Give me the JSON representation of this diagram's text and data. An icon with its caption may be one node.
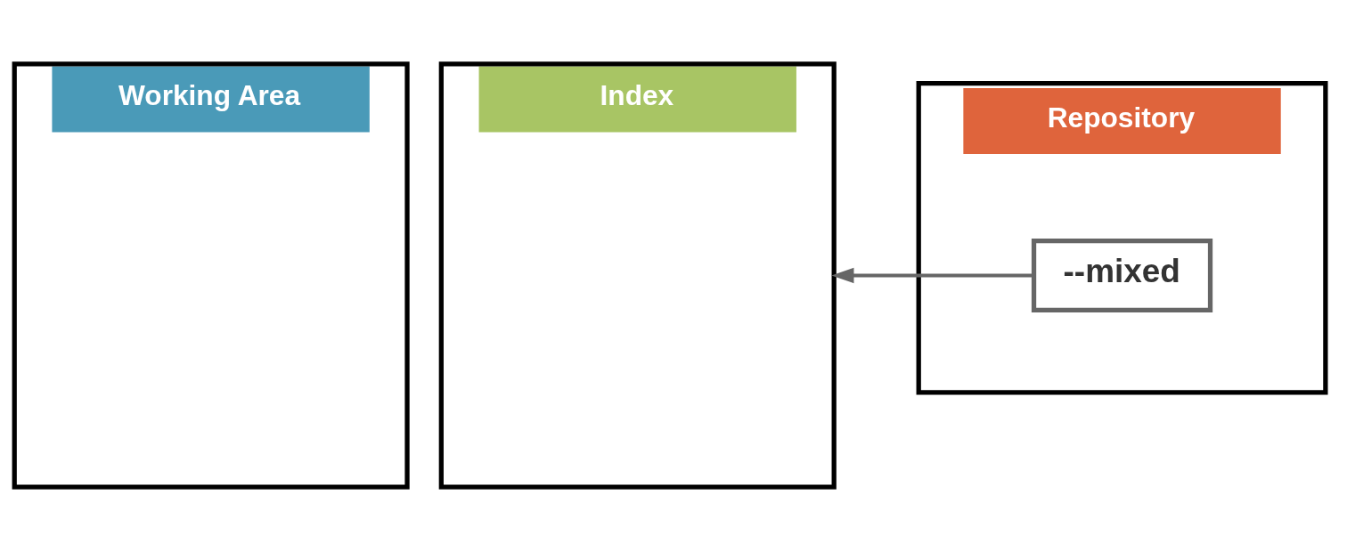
{
  "diagram": {
    "nodes": [
      {
        "text": [
          "Working Area"
        ]
      },
      {
        "text": [
          "Index"
        ]
      },
      {
        "text": [
          "Repository"
        ]
      },
      {
        "text": [
          "--mixed"
        ],
        "in": 2
      }
    ],
    "edges": [
      {
        "from": 3,
        "to": 1,
        "arrow": "to",
        "color": "#666666"
      }
    ]
  }
}
